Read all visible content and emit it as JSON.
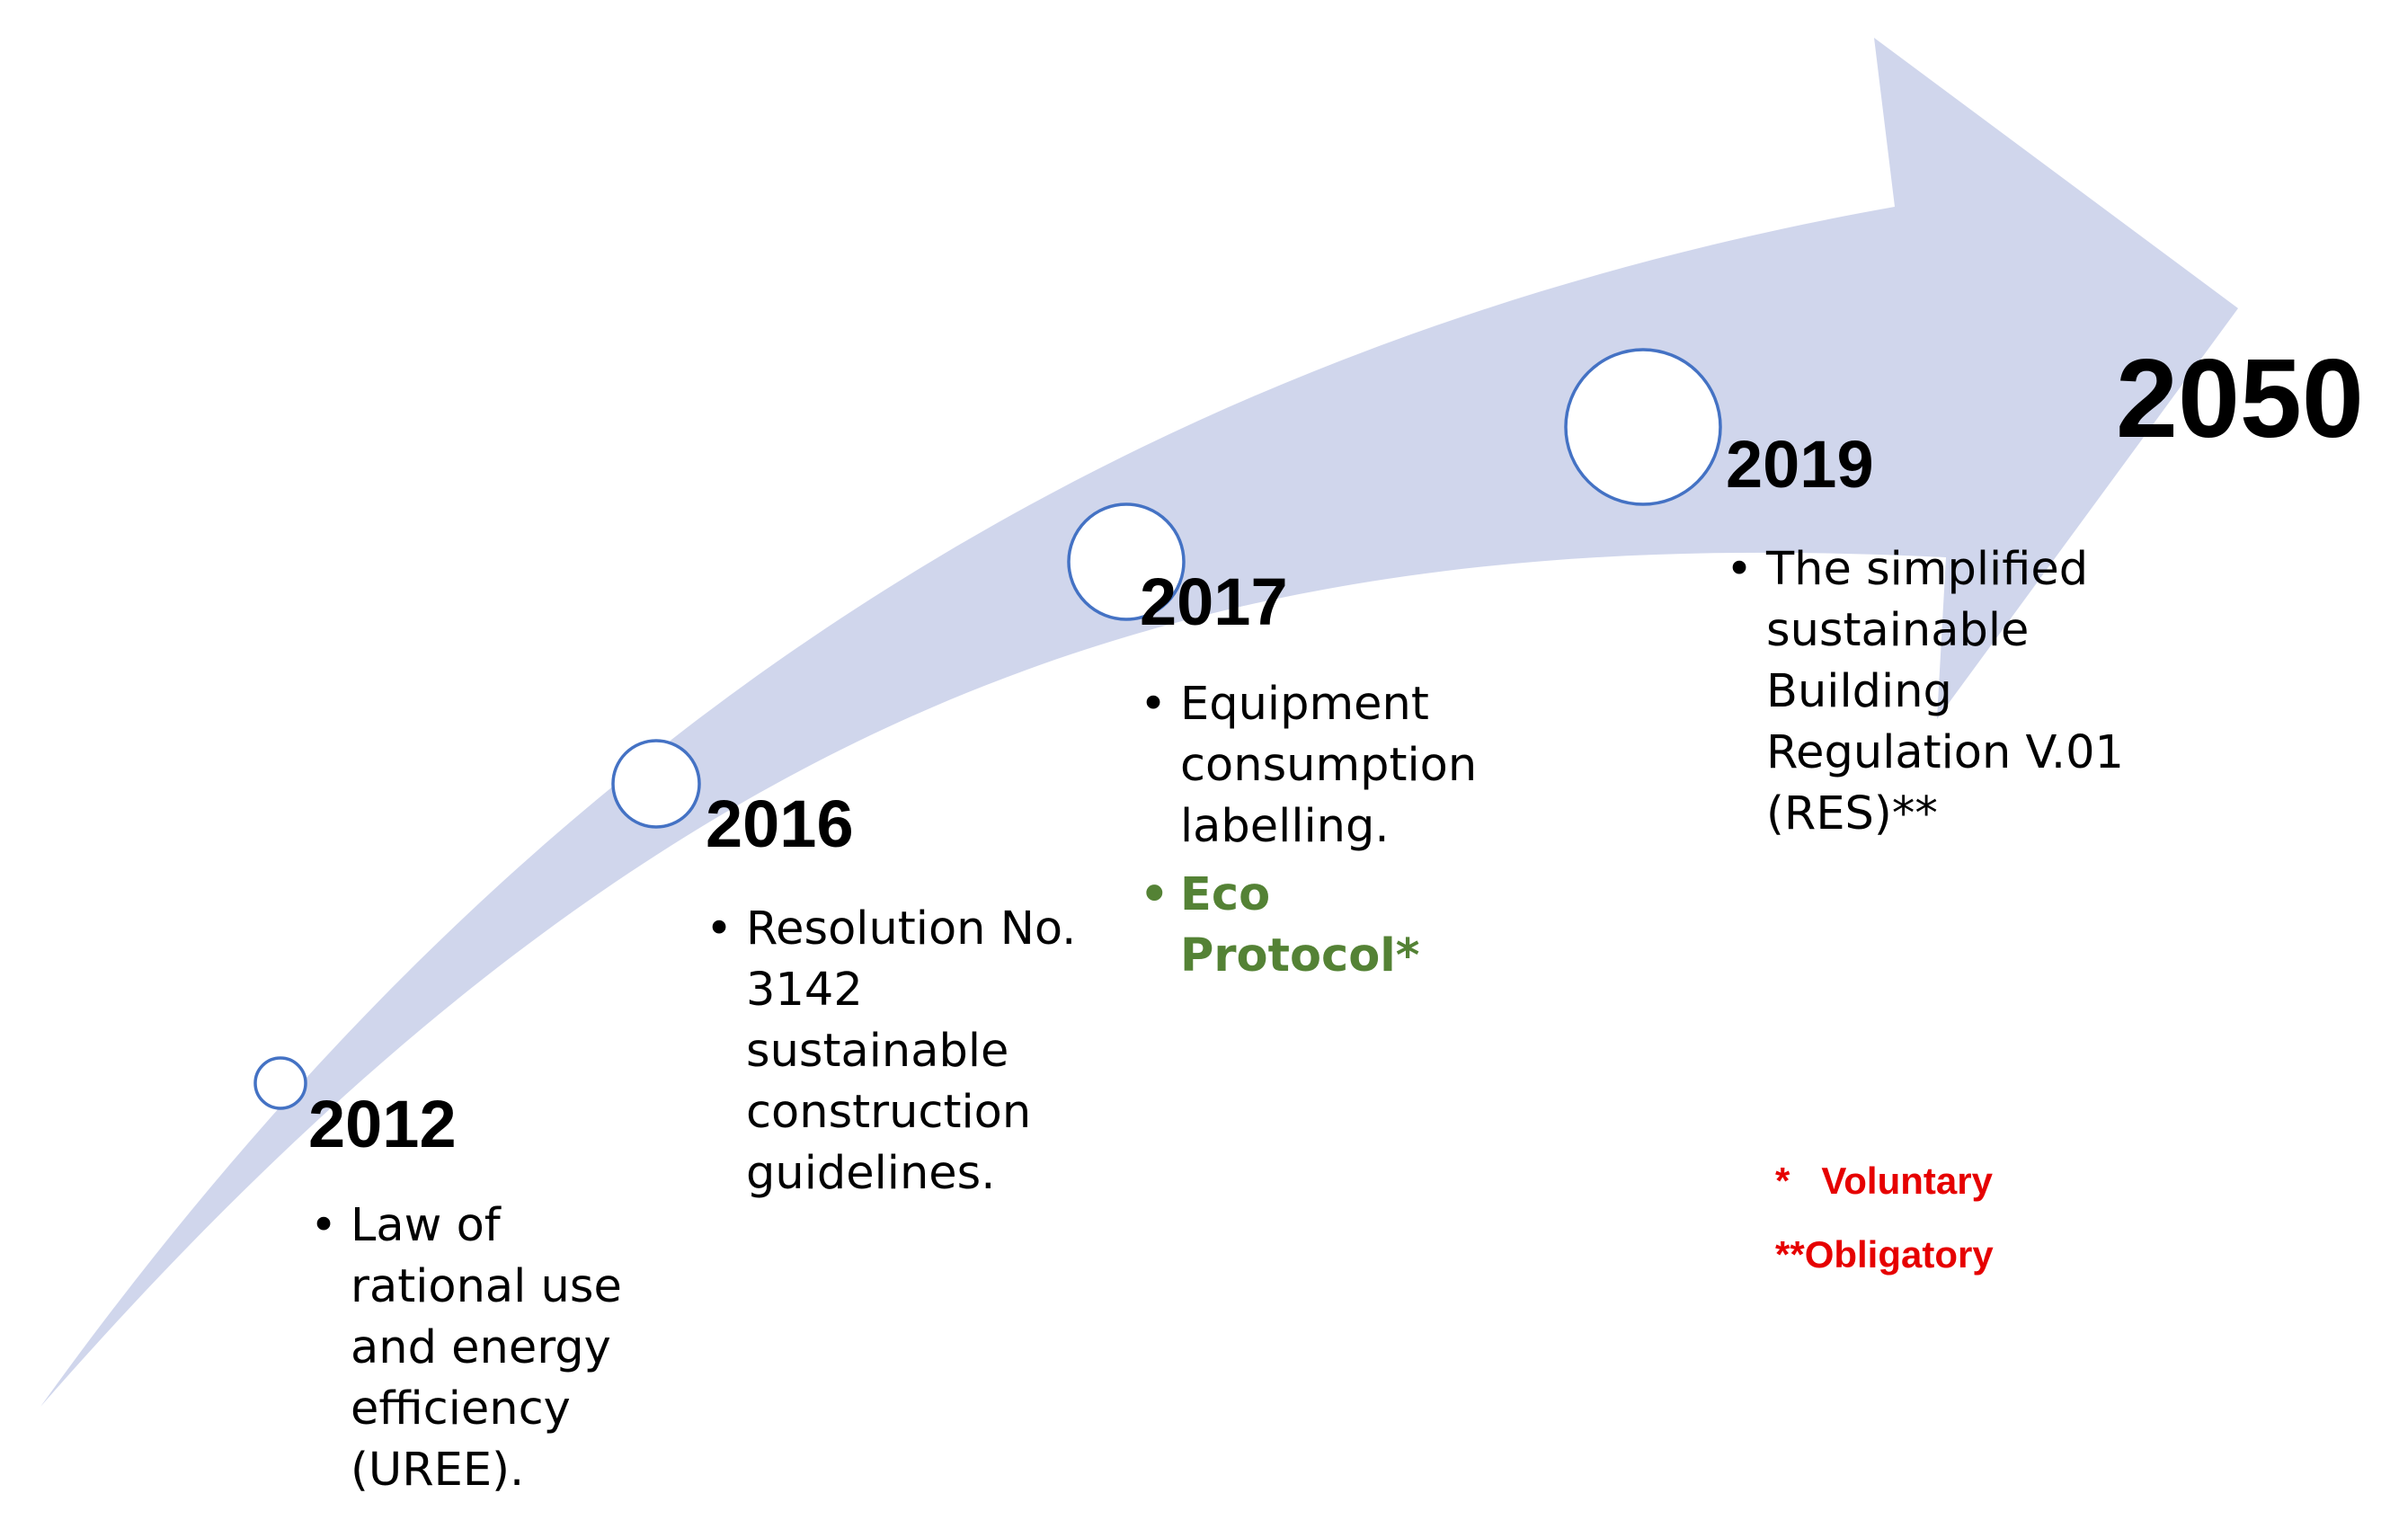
{
  "colors": {
    "arrow_fill": "#d0d6ec",
    "circle_stroke": "#4472c4",
    "circle_fill": "#ffffff",
    "voluntary_text": "#e60000",
    "green_text": "#548235"
  },
  "milestones": [
    {
      "year": "2012",
      "items": [
        "Law of rational use and energy efficiency (UREE)."
      ]
    },
    {
      "year": "2016",
      "items": [
        "Resolution No. 3142 sustainable construction guidelines."
      ]
    },
    {
      "year": "2017",
      "items": [
        "Equipment consumption labelling."
      ],
      "highlight": "Eco Protocol*"
    },
    {
      "year": "2019",
      "items": [
        "The simplified sustainable Building Regulation V.01 (RES)**"
      ]
    }
  ],
  "final_year": "2050",
  "legend": {
    "voluntary": "*   Voluntary",
    "obligatory": "**Obligatory"
  }
}
